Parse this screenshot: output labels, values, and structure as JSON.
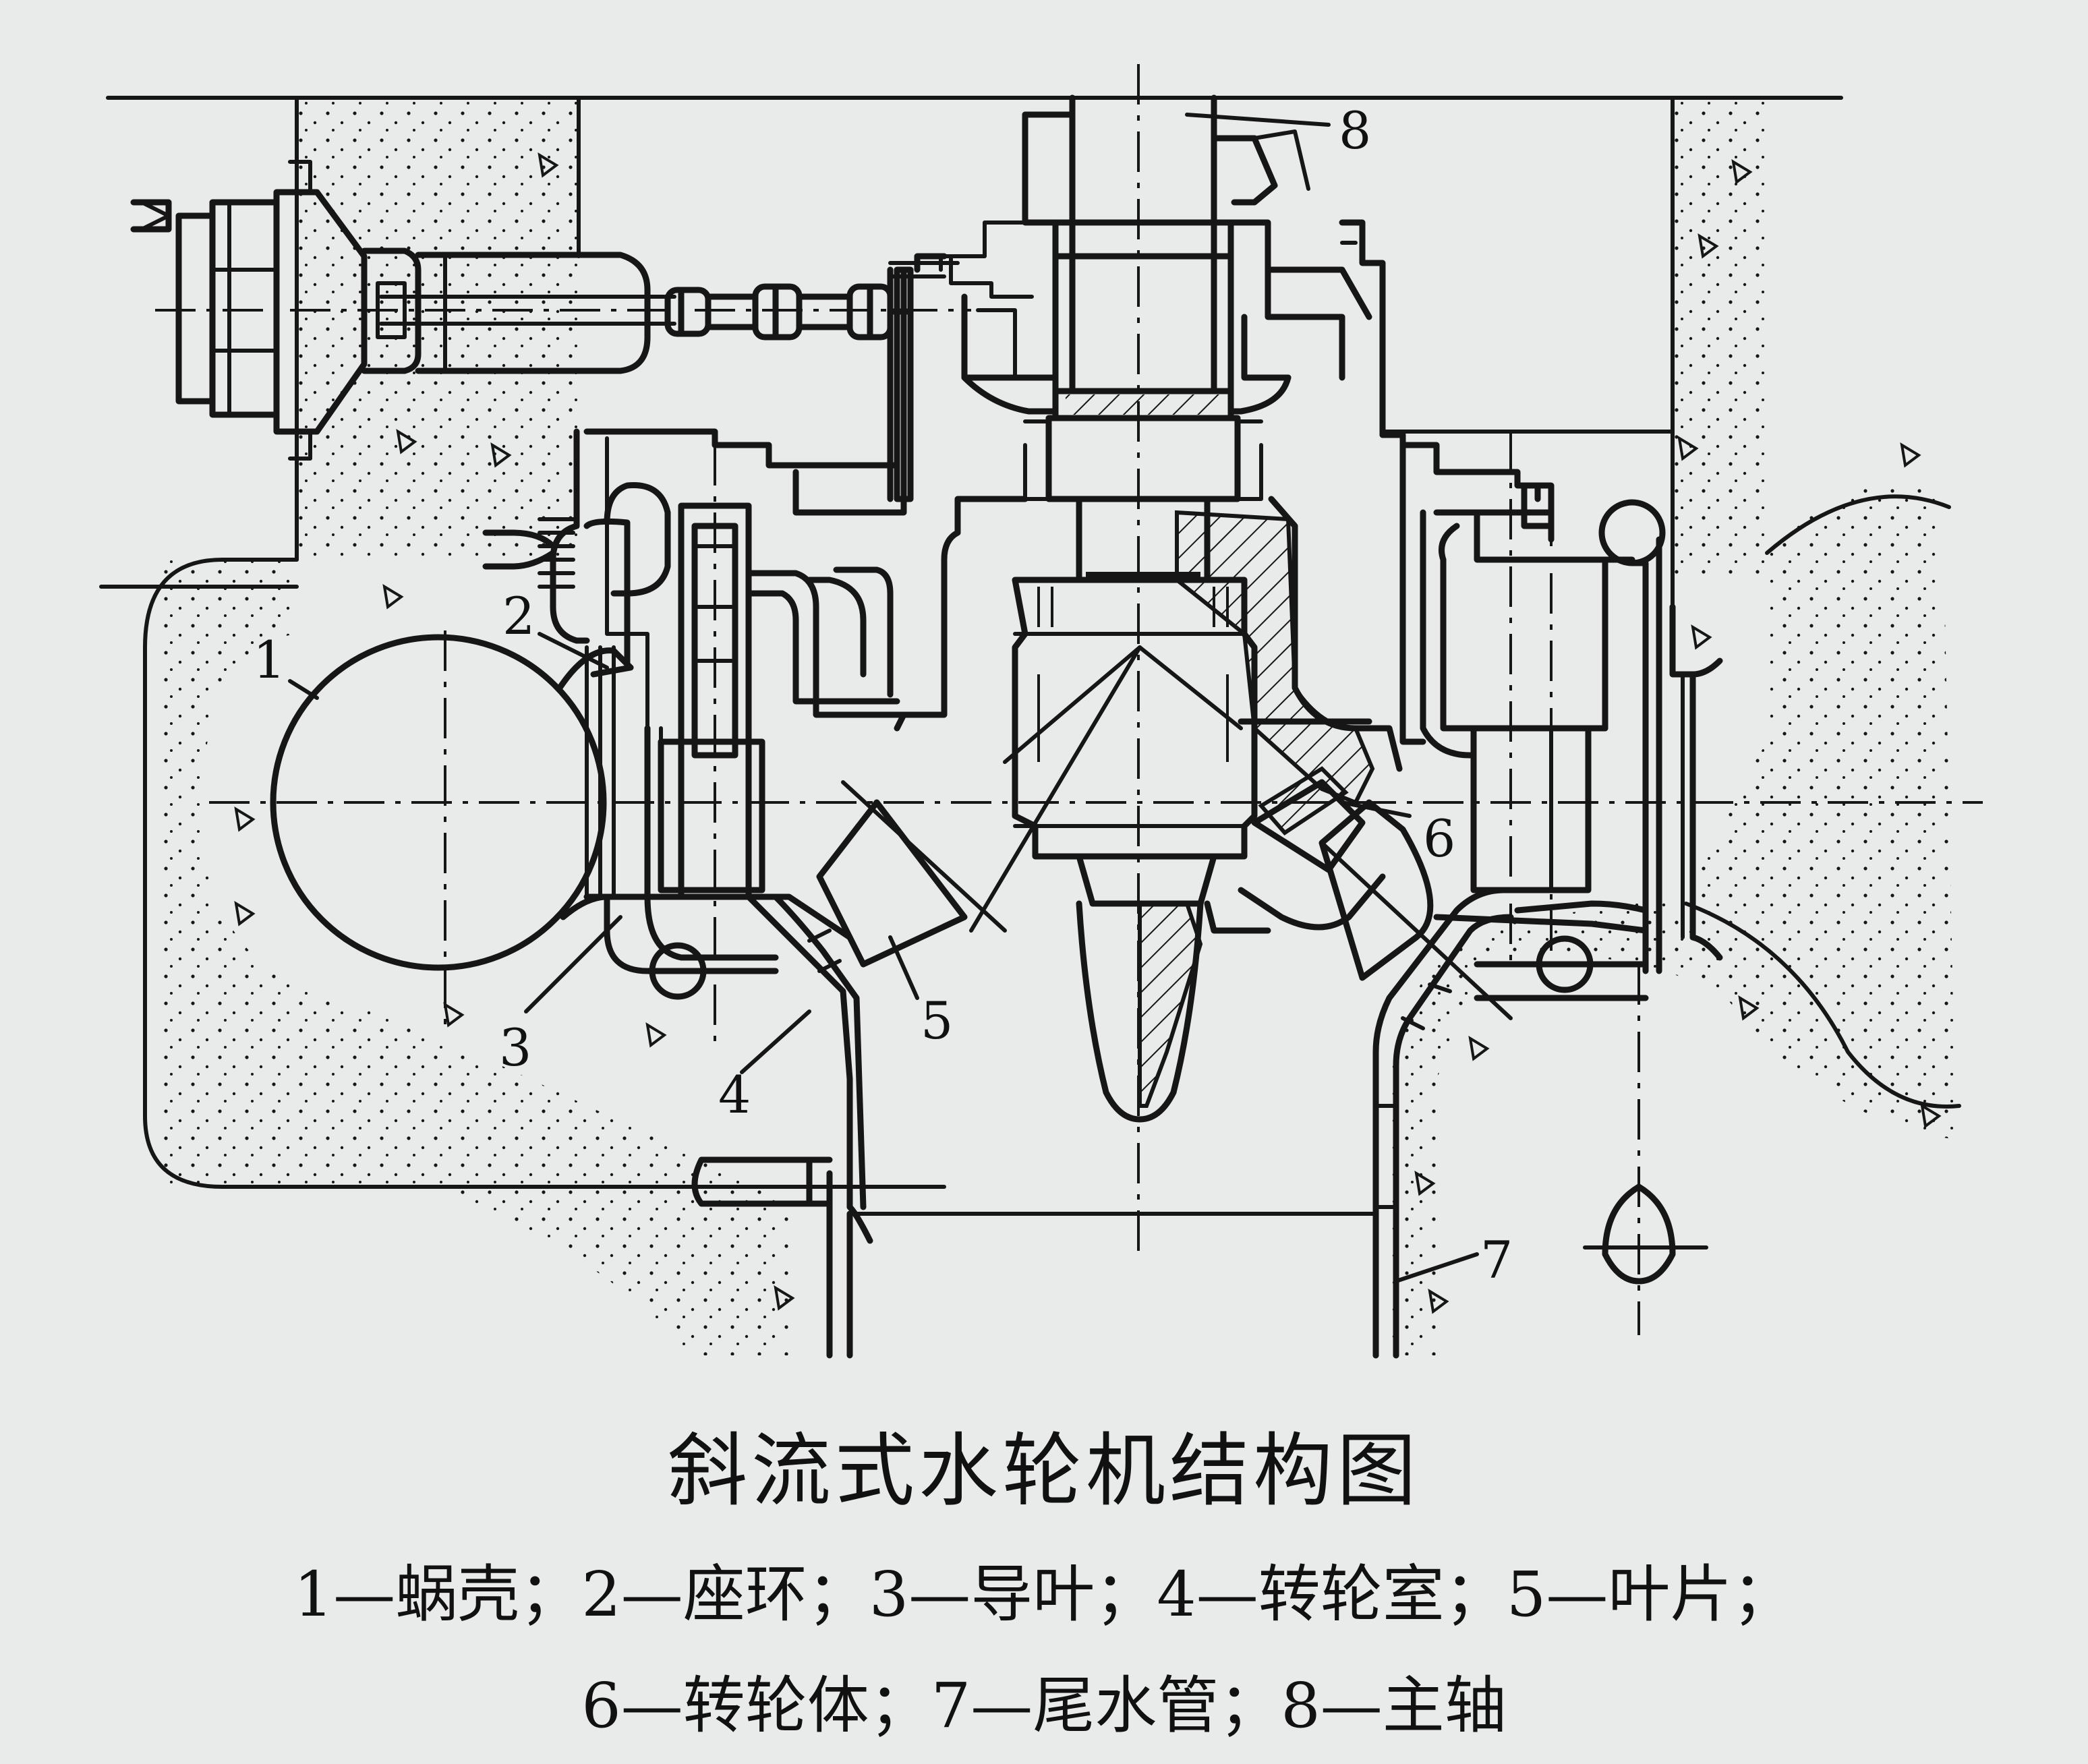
{
  "callouts": [
    "1",
    "2",
    "3",
    "4",
    "5",
    "6",
    "7",
    "8"
  ],
  "title": "斜流式水轮机结构图",
  "legend": {
    "line1": "1—蜗壳；2—座环；3—导叶；4—转轮室；5—叶片；",
    "line2": "6—转轮体；7—尾水管；8—主轴"
  },
  "colors": {
    "background": "#e9eaea",
    "ink": "#161616"
  }
}
